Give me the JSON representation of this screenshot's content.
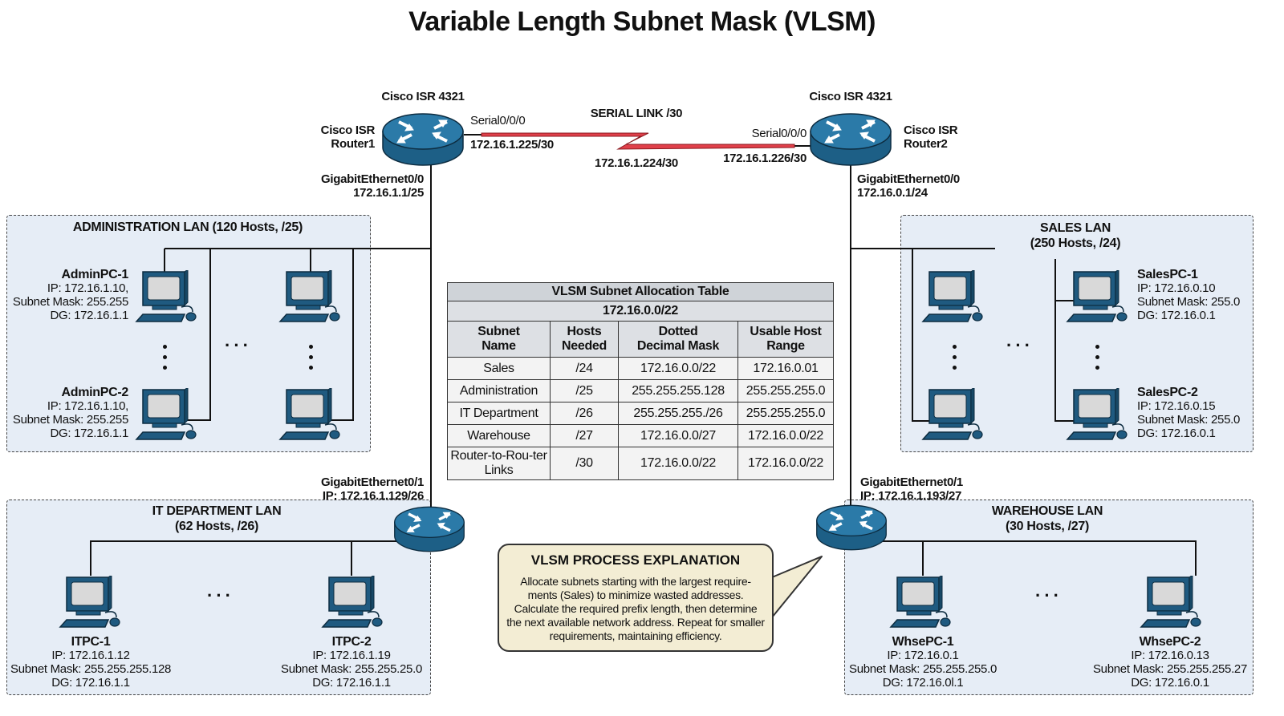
{
  "title": "Variable Length Subnet Mask (VLSM)",
  "colors": {
    "router": "#2b7aa8",
    "pc": "#1f5a80",
    "lan_bg": "#e6edf6",
    "serial_link": "#e0404a",
    "callout_bg": "#f3edd4"
  },
  "routers": {
    "r1": {
      "model": "Cisco ISR 4321",
      "name_line1": "Cisco ISR",
      "name_line2": "Router1",
      "serial_if": "Serial0/0/0",
      "serial_ip": "172.16.1.225/30",
      "g00_if": "GigabitEthernet0/0",
      "g00_ip": "172.16.1.1/25",
      "g01_if": "GigabitEthernet0/1",
      "g01_ip": "IP: 172.16.1.129/26"
    },
    "r2": {
      "model": "Cisco ISR 4321",
      "name_line1": "Cisco ISR",
      "name_line2": "Router2",
      "serial_if": "Serial0/0/0",
      "serial_ip": "172.16.1.226/30",
      "g00_if": "GigabitEthernet0/0",
      "g00_ip": "172.16.0.1/24",
      "g01_if": "GigabitEthernet0/1",
      "g01_ip": "IP: 172.16.1.193/27"
    }
  },
  "serial_link": {
    "label": "SERIAL LINK /30",
    "network": "172.16.1.224/30"
  },
  "lans": {
    "admin": {
      "title": "ADMINISTRATION LAN (120 Hosts, /25)",
      "pcs": [
        {
          "name": "AdminPC-1",
          "ip": "IP: 172.16.1.10,",
          "mask": "Subnet Mask: 255.255",
          "dg": "DG: 172.16.1.1"
        },
        {
          "name": "AdminPC-2",
          "ip": "IP: 172.16.1.10,",
          "mask": "Subnet Mask: 255.255",
          "dg": "DG: 172.16.1.1"
        }
      ]
    },
    "sales": {
      "title_line1": "SALES LAN",
      "title_line2": "(250 Hosts, /24)",
      "pcs": [
        {
          "name": "SalesPC-1",
          "ip": "IP: 172.16.0.10",
          "mask": "Subnet Mask: 255.0",
          "dg": "DG: 172.16.0.1"
        },
        {
          "name": "SalesPC-2",
          "ip": "IP: 172.16.0.15",
          "mask": "Subnet Mask: 255.0",
          "dg": "DG: 172.16.0.1"
        }
      ]
    },
    "it": {
      "title_line1": "IT DEPARTMENT LAN",
      "title_line2": "(62 Hosts, /26)",
      "pcs": [
        {
          "name": "ITPC-1",
          "ip": "IP: 172.16.1.12",
          "mask": "Subnet Mask: 255.255.255.128",
          "dg": "DG: 172.16.1.1"
        },
        {
          "name": "ITPC-2",
          "ip": "IP: 172.16.1.19",
          "mask": "Subnet Mask: 255.255.25.0",
          "dg": "DG: 172.16.1.1"
        }
      ]
    },
    "warehouse": {
      "title_line1": "WAREHOUSE LAN",
      "title_line2": "(30 Hosts, /27)",
      "pcs": [
        {
          "name": "WhsePC-1",
          "ip": "IP: 172.16.0.1",
          "mask": "Subnet Mask: 255.255.255.0",
          "dg": "DG: 172.16.0l.1"
        },
        {
          "name": "WhsePC-2",
          "ip": "IP: 172.16.0.13",
          "mask": "Subnet Mask: 255.255.255.27",
          "dg": "DG: 172.16.0.1"
        }
      ]
    }
  },
  "table": {
    "title": "VLSM Subnet Allocation Table",
    "network": "172.16.0.0/22",
    "headers": [
      [
        "Subnet",
        "Name"
      ],
      [
        "Hosts",
        "Needed"
      ],
      [
        "Dotted",
        "Decimal Mask"
      ],
      [
        "Usable Host",
        "Range"
      ]
    ],
    "rows": [
      [
        "Sales",
        "/24",
        "172.16.0.0/22",
        "172.16.0.01"
      ],
      [
        "Administration",
        "/25",
        "255.255.255.128",
        "255.255.255.0"
      ],
      [
        "IT Department",
        "/26",
        "255.255.255./26",
        "255.255.255.0"
      ],
      [
        "Warehouse",
        "/27",
        "172.16.0.0/27",
        "172.16.0.0/22"
      ],
      [
        "Router-to-Rou-ter Links",
        "/30",
        "172.16.0.0/22",
        "172.16.0.0/22"
      ]
    ]
  },
  "callout": {
    "title": "VLSM PROCESS EXPLANATION",
    "body": "Allocate subnets starting with the largest require-ments (Sales) to minimize wasted addresses. Calculate the required prefix length, then determine the next available network address. Repeat for smaller requirements, maintaining efficiency."
  }
}
